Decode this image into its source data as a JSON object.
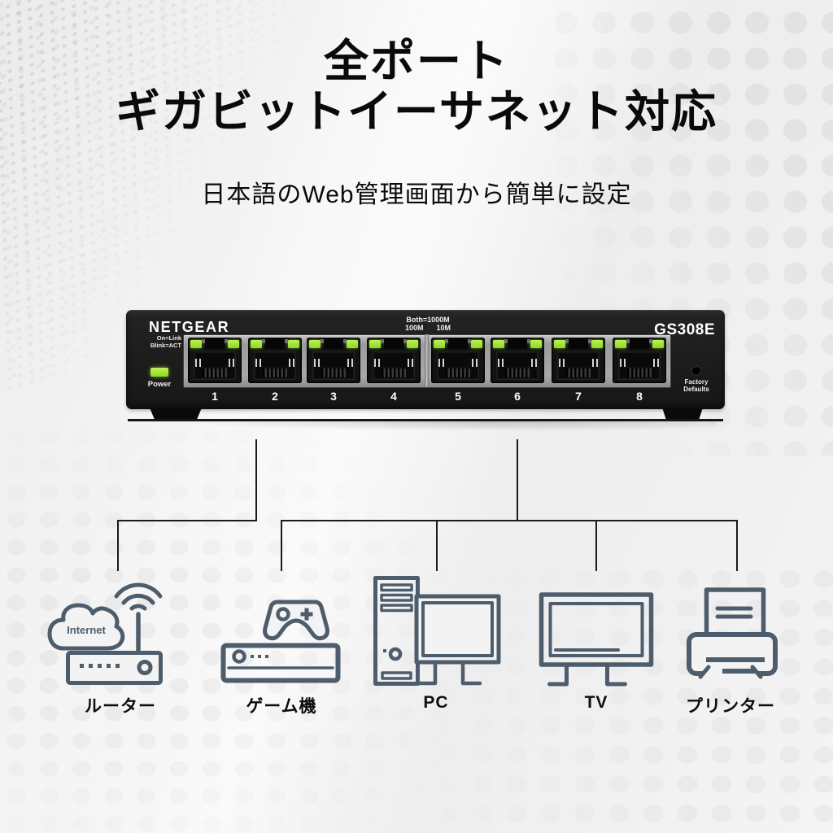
{
  "page": {
    "heading_line1": "全ポート",
    "heading_line2": "ギガビットイーサネット対応",
    "subheading": "日本語のWeb管理画面から簡単に設定"
  },
  "device_front_panel": {
    "brand": "NETGEAR",
    "model": "GS308E",
    "led_legend": {
      "line1": "On=Link",
      "line2": "Blink=ACT"
    },
    "power_label": "Power",
    "speed_legend": {
      "both": "Both=1000M",
      "hundred": "100M",
      "ten": "10M"
    },
    "factory_reset": {
      "line1": "Factory",
      "line2": "Defaults"
    },
    "port_numbers": [
      "1",
      "2",
      "3",
      "4",
      "5",
      "6",
      "7",
      "8"
    ]
  },
  "connected_devices": [
    {
      "label": "ルーター",
      "cloud_text": "Internet"
    },
    {
      "label": "ゲーム機"
    },
    {
      "label": "PC"
    },
    {
      "label": "TV"
    },
    {
      "label": "プリンター"
    }
  ],
  "colors": {
    "led_green": "#9BE524",
    "icon_stroke": "#4D5D6C",
    "switch_body": "#1C1C1C",
    "connector_line": "#1A1A1A",
    "background": "#F0F0F1"
  }
}
